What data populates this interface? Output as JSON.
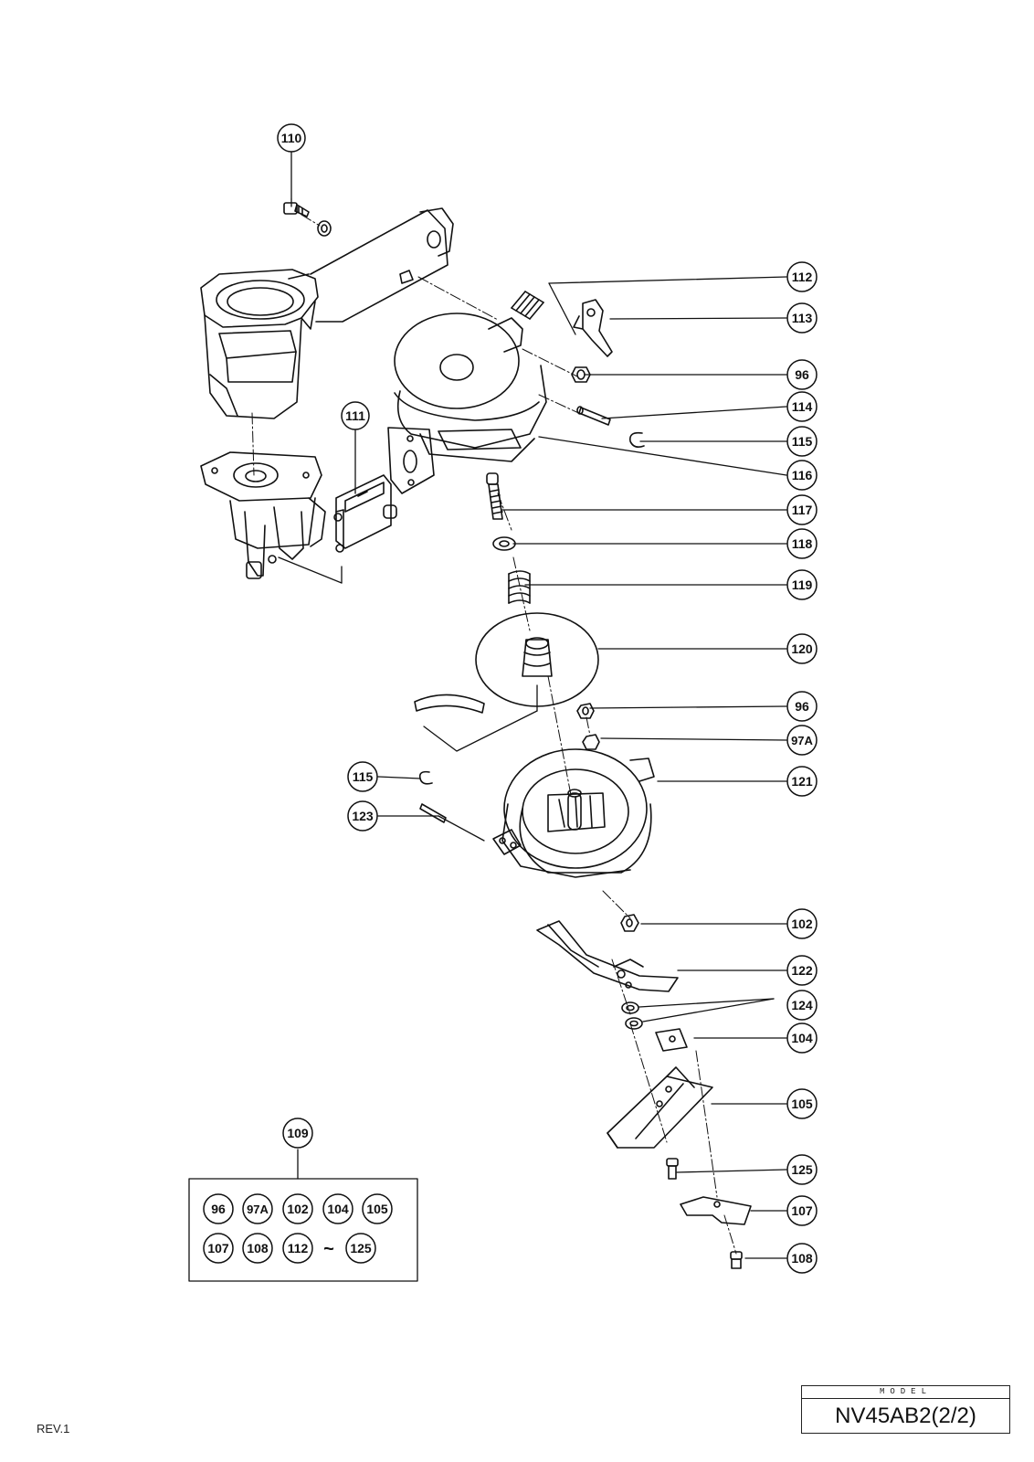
{
  "callouts": {
    "c110": "110",
    "c112": "112",
    "c113": "113",
    "c96a": "96",
    "c111": "111",
    "c114": "114",
    "c115a": "115",
    "c116": "116",
    "c117": "117",
    "c118": "118",
    "c119": "119",
    "c120": "120",
    "c96b": "96",
    "c97a": "97A",
    "c115b": "115",
    "c121": "121",
    "c123": "123",
    "c102": "102",
    "c122": "122",
    "c124": "124",
    "c104": "104",
    "c105": "105",
    "c109": "109",
    "c125": "125",
    "c107": "107",
    "c108": "108"
  },
  "kit_box": {
    "row1": [
      "96",
      "97A",
      "102",
      "104",
      "105"
    ],
    "row2": [
      "107",
      "108",
      "112",
      "125"
    ],
    "range_symbol": "~"
  },
  "model_block": {
    "header": "MODEL",
    "name": "NV45AB2(2/2)"
  },
  "revision": "REV.1"
}
